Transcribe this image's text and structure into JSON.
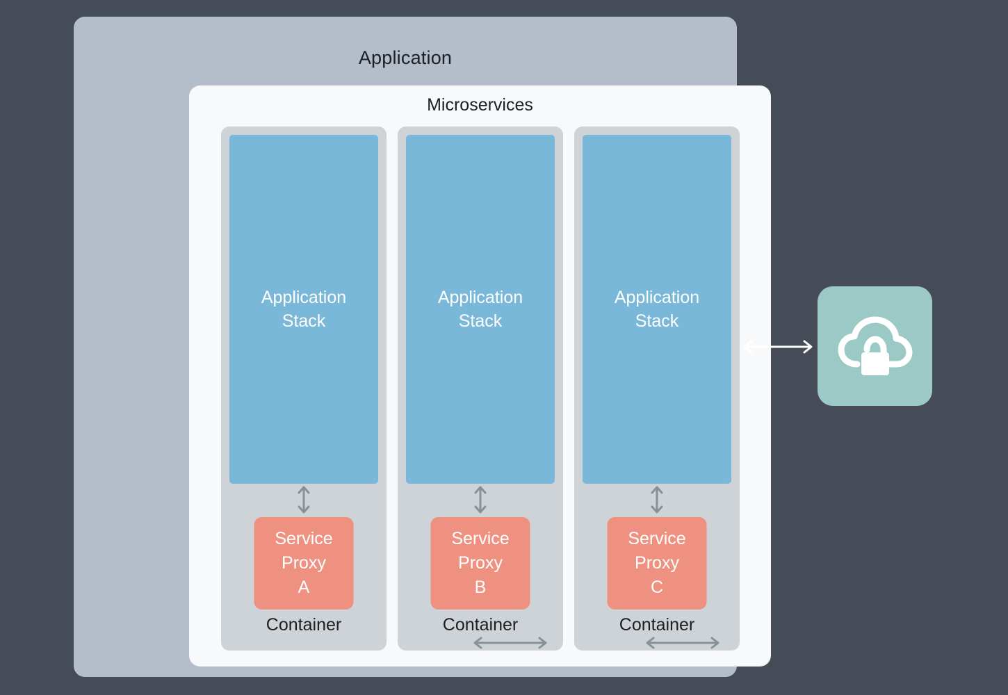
{
  "diagram": {
    "background_color": "#454b57",
    "application": {
      "title": "Application",
      "panel_color": "#b4bdca"
    },
    "microservices": {
      "title": "Microservices",
      "panel_color": "#f8f9fa"
    },
    "containers": [
      {
        "label": "Container",
        "app_stack": {
          "line1": "Application",
          "line2": "Stack",
          "color": "#7ab8da"
        },
        "service_proxy": {
          "line1": "Service",
          "line2": "Proxy",
          "line3": "A",
          "color": "#ee9180"
        }
      },
      {
        "label": "Container",
        "app_stack": {
          "line1": "Application",
          "line2": "Stack",
          "color": "#7ab8da"
        },
        "service_proxy": {
          "line1": "Service",
          "line2": "Proxy",
          "line3": "B",
          "color": "#ee9180"
        }
      },
      {
        "label": "Container",
        "app_stack": {
          "line1": "Application",
          "line2": "Stack",
          "color": "#7ab8da"
        },
        "service_proxy": {
          "line1": "Service",
          "line2": "Proxy",
          "line3": "C",
          "color": "#ee9180"
        }
      }
    ],
    "connectors": {
      "stack_to_proxy": {
        "icon": "double-headed-vertical-arrow-icon",
        "color": "#8a9196"
      },
      "proxy_to_proxy": {
        "icon": "double-headed-horizontal-arrow-icon",
        "color": "#8a9196"
      },
      "app_to_cloud": {
        "icon": "double-headed-horizontal-arrow-icon",
        "color": "#ffffff"
      }
    },
    "external_service": {
      "icon": "cloud-lock-icon",
      "tile_color": "#9ac9c6",
      "icon_color": "#ffffff"
    }
  }
}
